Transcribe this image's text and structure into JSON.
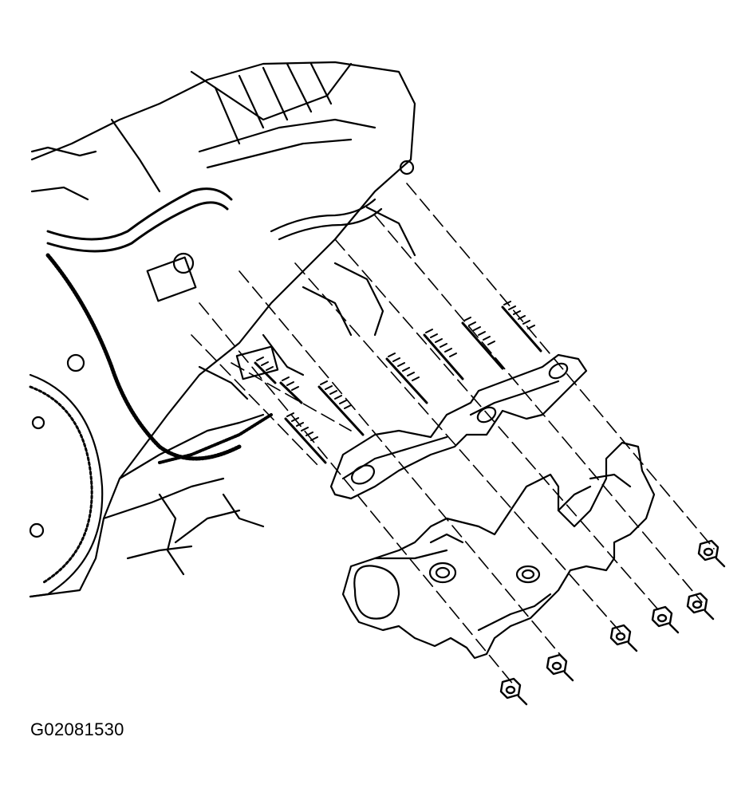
{
  "figure": {
    "id_label": "G02081530"
  },
  "colors": {
    "line": "#000000",
    "background": "#ffffff"
  },
  "parts": {
    "studs": 8,
    "nuts": 6
  }
}
